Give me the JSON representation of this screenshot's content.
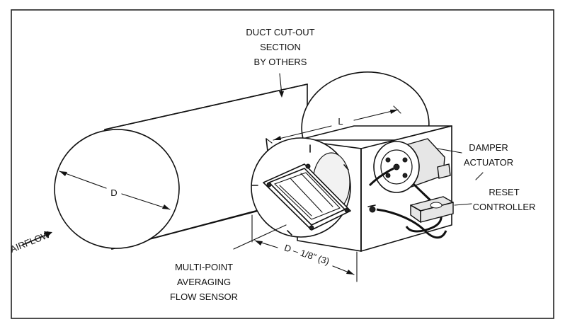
{
  "labels": {
    "duct_cutout": [
      "DUCT CUT-OUT",
      "SECTION",
      "BY OTHERS"
    ],
    "length": "L",
    "diameter": "D",
    "damper_actuator": [
      "DAMPER",
      "ACTUATOR"
    ],
    "reset_controller": [
      "RESET",
      "CONTROLLER"
    ],
    "airflow": "AIRFLOW",
    "flow_sensor": [
      "MULTI-POINT",
      "AVERAGING",
      "FLOW SENSOR"
    ],
    "box_dimension": "D – 1/8\" (3)"
  }
}
